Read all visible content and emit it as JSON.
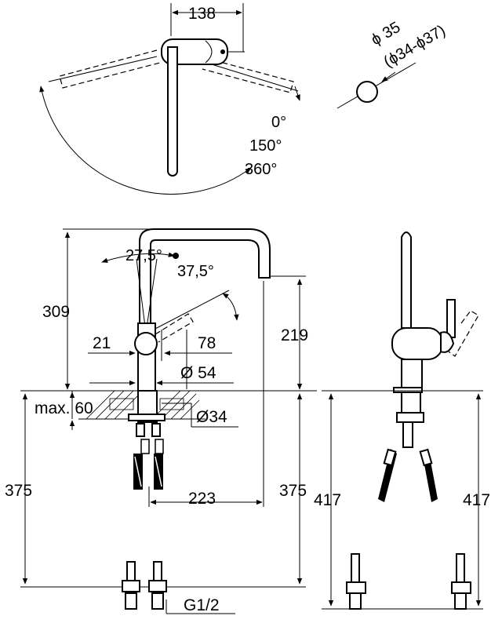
{
  "top_view": {
    "dim_width": "138",
    "angle_0": "0°",
    "angle_150": "150°",
    "angle_360": "360°"
  },
  "hole_detail": {
    "diameter": "ϕ 35",
    "diameter_range": "(ϕ34-ϕ37)"
  },
  "front_view": {
    "angle_spout": "27,5°",
    "angle_lever": "37,5°",
    "height_total": "309",
    "height_spout": "219",
    "offset_21": "21",
    "offset_78": "78",
    "diameter_base": "Ø 54",
    "max_thickness": "max. 60",
    "diameter_shank": "Ø34",
    "hose_length_left": "375",
    "hose_length_right": "375",
    "reach": "223",
    "connection": "G1/2"
  },
  "side_view": {
    "length_left": "417",
    "length_right": "417"
  }
}
